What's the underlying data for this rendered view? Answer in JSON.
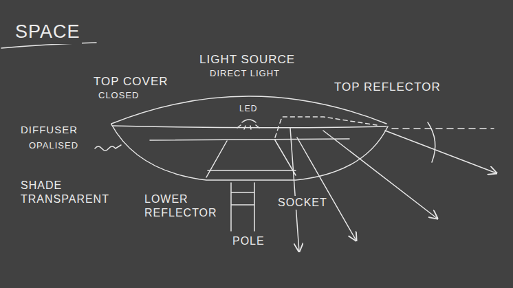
{
  "diagram": {
    "title": "SPACE",
    "labels": [
      "TOP COVER",
      "CLOSED",
      "LIGHT SOURCE",
      "DIRECT LIGHT",
      "TOP REFLECTOR",
      "LED",
      "DIFFUSER",
      "OPALISED",
      "SHADE TRANSPARENT",
      "LOWER REFLECTOR",
      "SOCKET",
      "POLE"
    ]
  }
}
